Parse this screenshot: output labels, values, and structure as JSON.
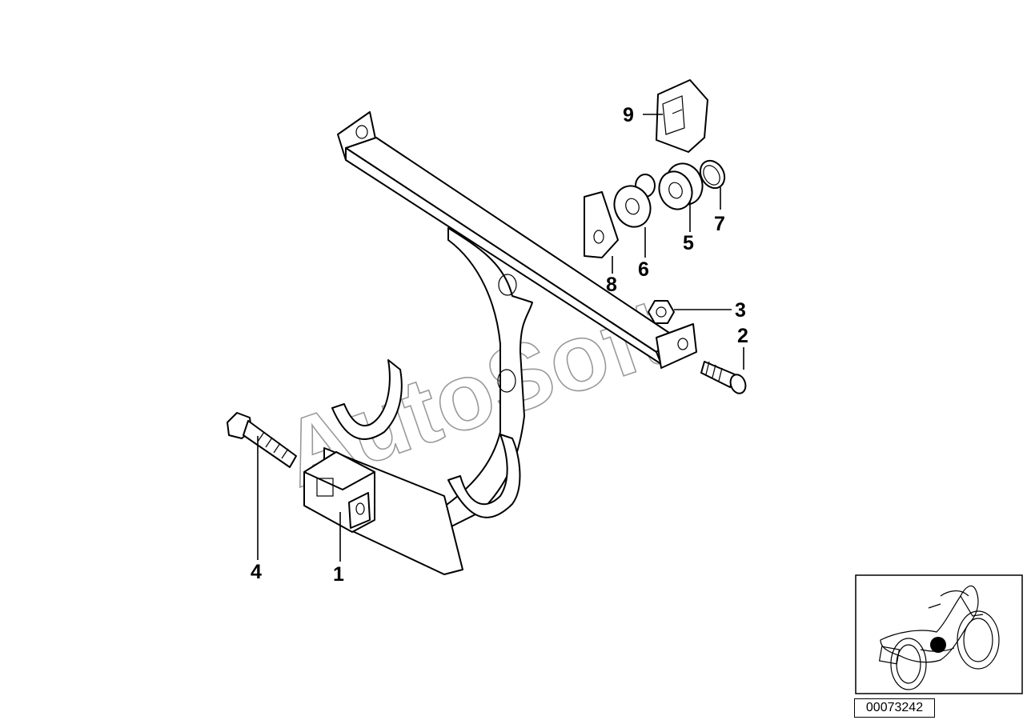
{
  "callouts": {
    "c1": "1",
    "c2": "2",
    "c3": "3",
    "c4": "4",
    "c5": "5",
    "c6": "6",
    "c7": "7",
    "c8": "8",
    "c9": "9"
  },
  "watermark": "AutoSoft",
  "reference_number": "00073242",
  "colors": {
    "line": "#000000",
    "watermark": "#9a9a9a",
    "highlight": "#000000"
  }
}
